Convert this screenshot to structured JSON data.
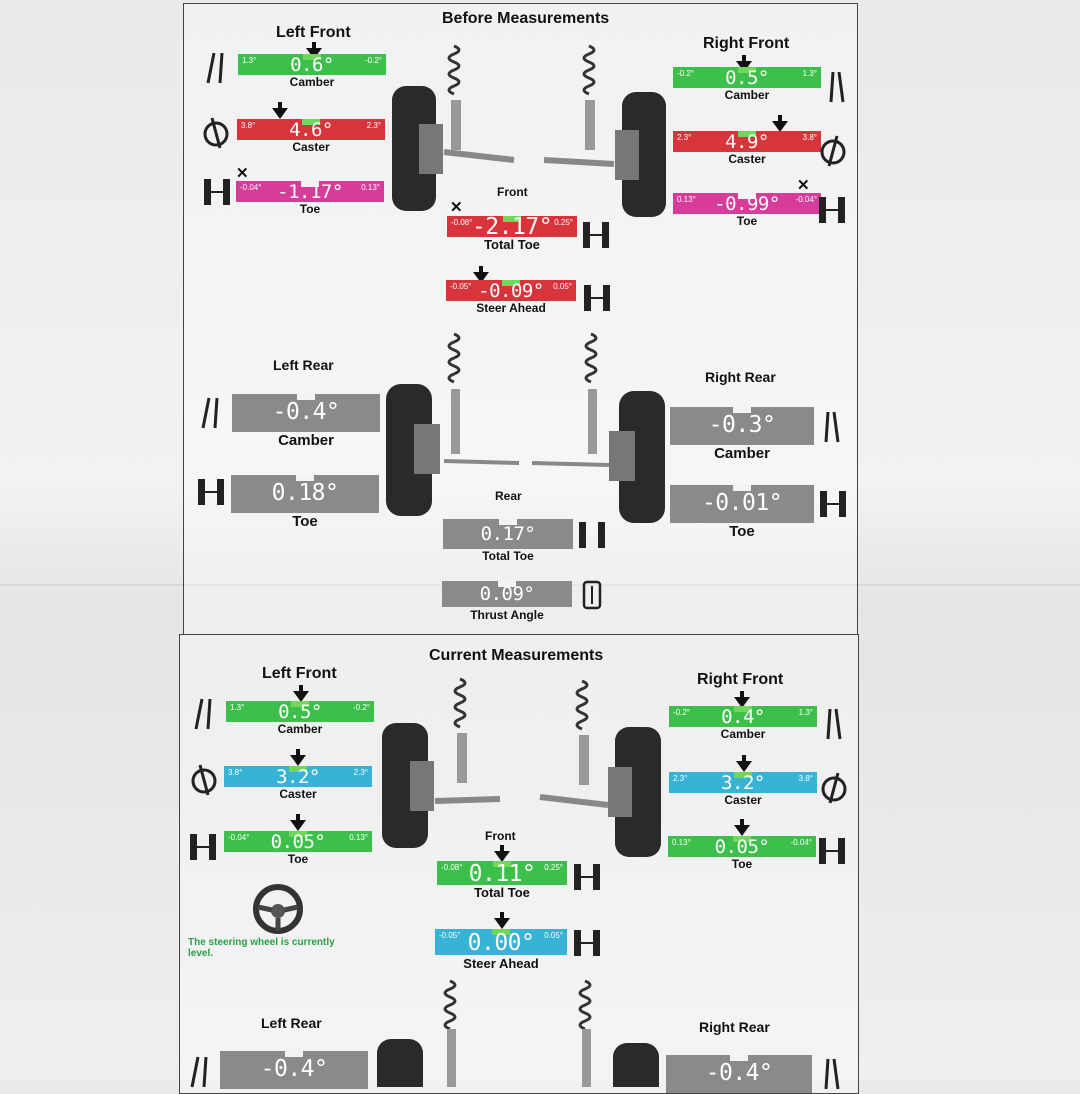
{
  "before": {
    "title": "Before Measurements",
    "front_label": "Front",
    "rear_label": "Rear",
    "left_front": {
      "label": "Left Front",
      "camber": {
        "min": "1.3°",
        "max": "-0.2°",
        "value": "0.6°",
        "label": "Camber"
      },
      "caster": {
        "min": "3.8°",
        "max": "2.3°",
        "value": "4.6°",
        "label": "Caster"
      },
      "toe": {
        "min": "-0.04°",
        "max": "0.13°",
        "value": "-1.17°",
        "label": "Toe"
      }
    },
    "right_front": {
      "label": "Right Front",
      "camber": {
        "min": "-0.2°",
        "max": "1.3°",
        "value": "0.5°",
        "label": "Camber"
      },
      "caster": {
        "min": "2.3°",
        "max": "3.8°",
        "value": "4.9°",
        "label": "Caster"
      },
      "toe": {
        "min": "0.13°",
        "max": "-0.04°",
        "value": "-0.99°",
        "label": "Toe"
      }
    },
    "total_toe": {
      "min": "-0.08°",
      "max": "0.25°",
      "value": "-2.17°",
      "label": "Total Toe"
    },
    "steer_ahead": {
      "min": "-0.05°",
      "max": "0.05°",
      "value": "-0.09°",
      "label": "Steer Ahead"
    },
    "left_rear": {
      "label": "Left Rear",
      "camber": {
        "value": "-0.4°",
        "label": "Camber"
      },
      "toe": {
        "value": "0.18°",
        "label": "Toe"
      }
    },
    "right_rear": {
      "label": "Right Rear",
      "camber": {
        "value": "-0.3°",
        "label": "Camber"
      },
      "toe": {
        "value": "-0.01°",
        "label": "Toe"
      }
    },
    "rear_total_toe": {
      "value": "0.17°",
      "label": "Total Toe"
    },
    "thrust_angle": {
      "value": "0.09°",
      "label": "Thrust Angle"
    }
  },
  "current": {
    "title": "Current Measurements",
    "front_label": "Front",
    "left_front": {
      "label": "Left Front",
      "camber": {
        "min": "1.3°",
        "max": "-0.2°",
        "value": "0.5°",
        "label": "Camber"
      },
      "caster": {
        "min": "3.8°",
        "max": "2.3°",
        "value": "3.2°",
        "label": "Caster"
      },
      "toe": {
        "min": "-0.04°",
        "max": "0.13°",
        "value": "0.05°",
        "label": "Toe"
      }
    },
    "right_front": {
      "label": "Right Front",
      "camber": {
        "min": "-0.2°",
        "max": "1.3°",
        "value": "0.4°",
        "label": "Camber"
      },
      "caster": {
        "min": "2.3°",
        "max": "3.8°",
        "value": "3.2°",
        "label": "Caster"
      },
      "toe": {
        "min": "0.13°",
        "max": "-0.04°",
        "value": "0.05°",
        "label": "Toe"
      }
    },
    "total_toe": {
      "min": "-0.08°",
      "max": "0.25°",
      "value": "0.11°",
      "label": "Total Toe"
    },
    "steer_ahead": {
      "min": "-0.05°",
      "max": "0.05°",
      "value": "0.00°",
      "label": "Steer Ahead"
    },
    "steering_note": "The steering wheel is currently level.",
    "left_rear": {
      "label": "Left Rear",
      "camber": {
        "value": "-0.4°"
      }
    },
    "right_rear": {
      "label": "Right Rear",
      "camber": {
        "value": "-0.4°"
      }
    }
  },
  "colors": {
    "in_spec": "#3dbf4b",
    "out_of_spec": "#d8343b",
    "toe_out": "#d63c9a",
    "no_spec": "#8a8a8c",
    "adjusted": "#37b3d6"
  }
}
